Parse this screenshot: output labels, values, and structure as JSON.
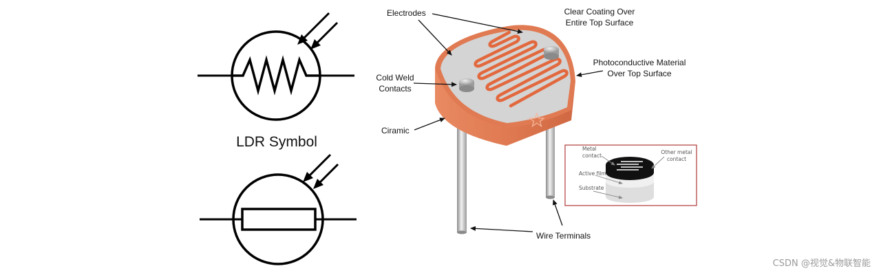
{
  "symbols": {
    "caption": "LDR Symbol"
  },
  "photo_labels": {
    "electrodes": "Electrodes",
    "coating_line1": "Clear Coating Over",
    "coating_line2": "Entire Top Surface",
    "photo_line1": "Photoconductive Material",
    "photo_line2": "Over Top Surface",
    "cold_weld_line1": "Cold Weld",
    "cold_weld_line2": "Contacts",
    "ceramic": "Ciramic",
    "wire_terminals": "Wire Terminals"
  },
  "inset": {
    "metal_contact_line1": "Metal",
    "metal_contact_line2": "contact",
    "other_metal_line1": "Other metal",
    "other_metal_line2": "contact",
    "active_film": "Active film",
    "substrate": "Substrate"
  },
  "watermark": "CSDN @视觉&物联智能",
  "colors": {
    "ceramic": "#E07A52",
    "ceramic_dark": "#C9603A",
    "top_surface": "#D4D4D4",
    "electrode": "#E2683E",
    "inset_border": "#B03A3A"
  }
}
